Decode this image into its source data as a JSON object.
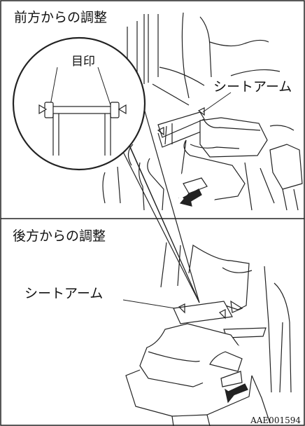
{
  "panels": {
    "front": {
      "title": "前方からの調整"
    },
    "rear": {
      "title": "後方からの調整"
    }
  },
  "callouts": {
    "marks": "目印",
    "seat_arm_top": "シートアーム",
    "seat_arm_bottom": "シートアーム"
  },
  "figure_code": "AAE001594",
  "colors": {
    "frame": "#2b2b2b",
    "background": "#ffffff",
    "highlight": "#ffffff"
  }
}
